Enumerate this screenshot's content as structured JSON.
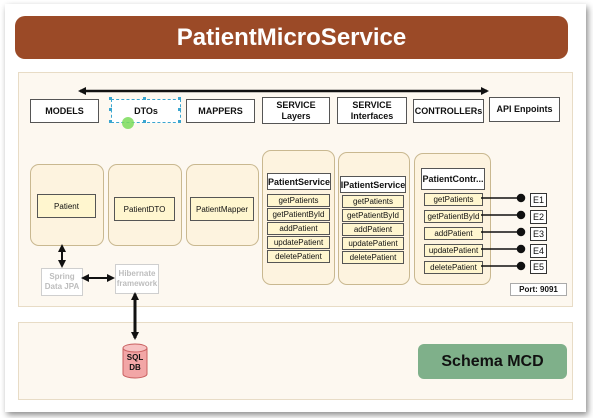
{
  "title": "PatientMicroService",
  "layers": {
    "models": "MODELS",
    "dtos": "DTOs",
    "mappers": "MAPPERS",
    "service_layers": "SERVICE Layers",
    "service_interfaces": "SERVICE Interfaces",
    "controllers": "CONTROLLERs",
    "api_endpoints": "API Enpoints"
  },
  "components": {
    "patient": "Patient",
    "patient_dto": "PatientDTO",
    "patient_mapper": "PatientMapper",
    "patient_service": "PatientService",
    "ipatient_service": "IPatientService",
    "patient_controller": "PatientContr..."
  },
  "service_methods": [
    "getPatients",
    "getPatientById",
    "addPatient",
    "updatePatient",
    "deletePatient"
  ],
  "endpoints": [
    "E1",
    "E2",
    "E3",
    "E4",
    "E5"
  ],
  "persistence": {
    "spring_data_jpa": "Spring Data JPA",
    "hibernate": "Hibernate framework",
    "sql_db": "SQL DB"
  },
  "port": "Port: 9091",
  "schema": "Schema MCD"
}
